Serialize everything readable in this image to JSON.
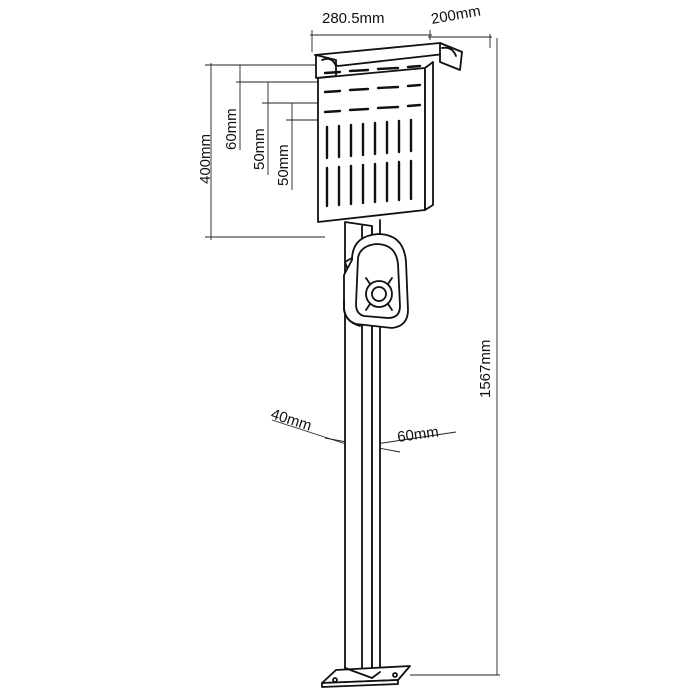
{
  "diagram": {
    "dimensions": {
      "plate_width": "280.5mm",
      "plate_depth": "200mm",
      "plate_height": "400mm",
      "hole_spacing_1": "60mm",
      "hole_spacing_2": "50mm",
      "hole_spacing_3": "50mm",
      "post_width": "40mm",
      "post_depth": "60mm",
      "total_height": "1567mm"
    },
    "colors": {
      "line": "#111111",
      "background": "#ffffff"
    }
  }
}
